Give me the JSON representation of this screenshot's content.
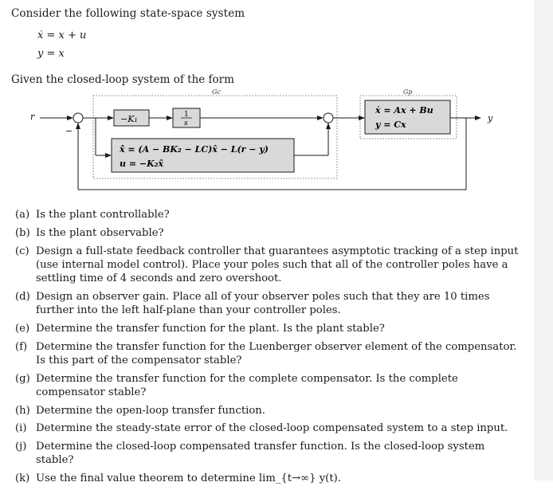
{
  "intro": "Consider the following state-space system",
  "system": {
    "eq1": "ẋ = x + u",
    "eq2": "y = x"
  },
  "given": "Given the closed-loop system of the form",
  "diagram": {
    "r": "r",
    "y": "y",
    "gc": "Gc",
    "gp": "Gp",
    "gain": "−K₁",
    "integrator_num": "1",
    "integrator_den": "s",
    "plant_eq1": "ẋ = Ax + Bu",
    "plant_eq2": "y = Cx",
    "observer_eq1": "x̂̇ = (A − BK₂ − LC)x̂ − L(r − y)",
    "observer_eq2": "u = −K₂x̂",
    "minus": "−"
  },
  "questions": [
    {
      "label": "(a)",
      "text": "Is the plant controllable?"
    },
    {
      "label": "(b)",
      "text": "Is the plant observable?"
    },
    {
      "label": "(c)",
      "text": "Design a full-state feedback controller that guarantees asymptotic tracking of a step input (use internal model control). Place your poles such that all of the controller poles have a settling time of 4 seconds and zero overshoot."
    },
    {
      "label": "(d)",
      "text": "Design an observer gain. Place all of your observer poles such that they are 10 times further into the left half-plane than your controller poles."
    },
    {
      "label": "(e)",
      "text": "Determine the transfer function for the plant. Is the plant stable?"
    },
    {
      "label": "(f)",
      "text": "Determine the transfer function for the Luenberger observer element of the compensator. Is this part of the compensator stable?"
    },
    {
      "label": "(g)",
      "text": "Determine the transfer function for the complete compensator. Is the complete compensator stable?"
    },
    {
      "label": "(h)",
      "text": "Determine the open-loop transfer function."
    },
    {
      "label": "(i)",
      "text": "Determine the steady-state error of the closed-loop compensated system to a step input."
    },
    {
      "label": "(j)",
      "text": "Determine the closed-loop compensated transfer function. Is the closed-loop system stable?"
    },
    {
      "label": "(k)",
      "text": "Use the final value theorem to determine lim_{t→∞} y(t)."
    }
  ]
}
